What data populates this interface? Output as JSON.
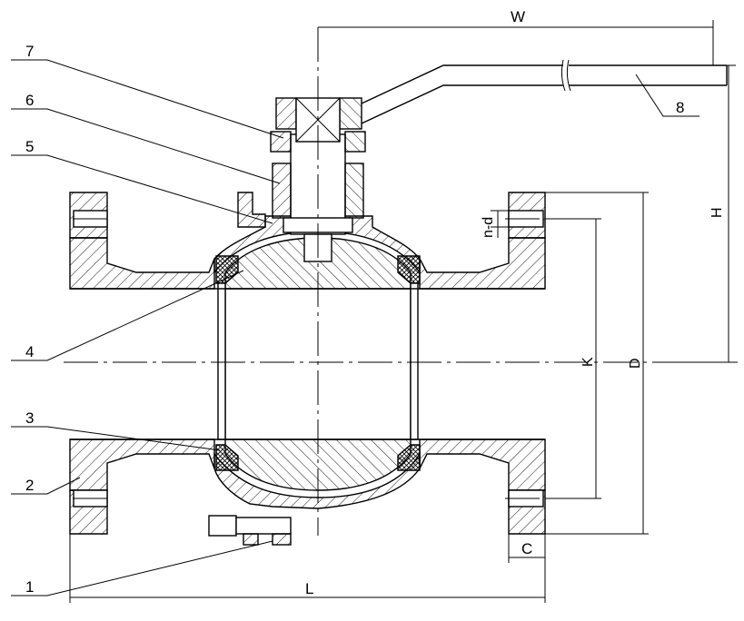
{
  "callouts": [
    {
      "id": "1",
      "label": "1"
    },
    {
      "id": "2",
      "label": "2"
    },
    {
      "id": "3",
      "label": "3"
    },
    {
      "id": "4",
      "label": "4"
    },
    {
      "id": "5",
      "label": "5"
    },
    {
      "id": "6",
      "label": "6"
    },
    {
      "id": "7",
      "label": "7"
    },
    {
      "id": "8",
      "label": "8"
    }
  ],
  "dimensions": {
    "w": "W",
    "h": "H",
    "d": "D",
    "k": "K",
    "l": "L",
    "c": "C",
    "nd": "n-d"
  }
}
